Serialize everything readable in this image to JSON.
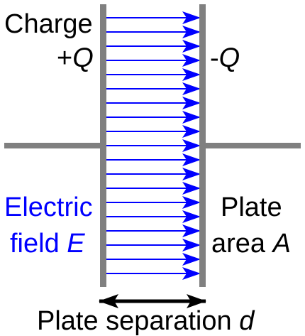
{
  "labels": {
    "charge_title": "Charge",
    "charge_positive": {
      "sign": "+",
      "symbol": "Q"
    },
    "charge_negative": {
      "sign": "-",
      "symbol": "Q"
    },
    "field_line1": "Electric",
    "field_line2": {
      "prefix": "field ",
      "symbol": "E"
    },
    "plate_line1": "Plate",
    "plate_line2": {
      "prefix": "area ",
      "symbol": "A"
    },
    "separation": {
      "prefix": "Plate separation ",
      "symbol": "d"
    }
  },
  "field_lines": {
    "count": 19
  },
  "colors": {
    "plate": "#808080",
    "wire": "#808080",
    "field": "#0000ff",
    "text": "#000000",
    "field_text": "#0000ff",
    "separation_arrow": "#000000"
  }
}
